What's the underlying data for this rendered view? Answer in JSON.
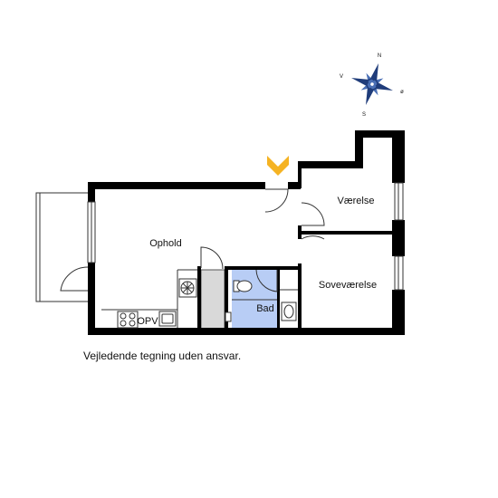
{
  "rooms": {
    "ophold": "Ophold",
    "vaerelse": "Værelse",
    "sovevaerelse": "Soveværelse",
    "bad": "Bad",
    "opv": "OPV"
  },
  "compass": {
    "north": "N",
    "east": "ø",
    "south": "S",
    "west": "V"
  },
  "disclaimer": "Vejledende tegning uden ansvar.",
  "colors": {
    "wall": "#000000",
    "bathroom_fill": "#b8cdf5",
    "entrance_marker": "#f5b323",
    "compass_blue": "#1f3c7a"
  }
}
